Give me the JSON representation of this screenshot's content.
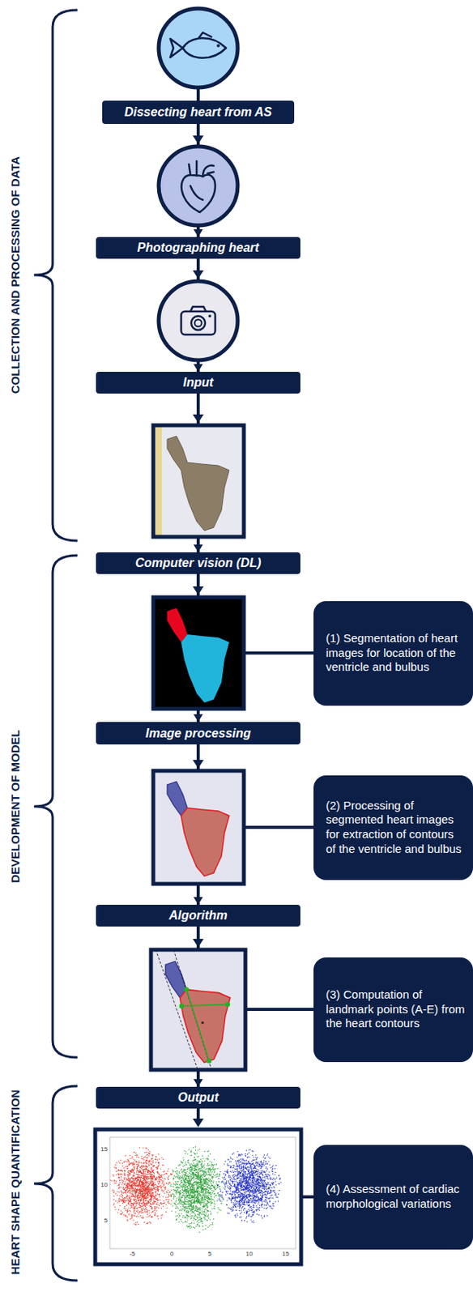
{
  "diagram": {
    "nodes": [
      {
        "text": [
          "Dissecting heart from AS"
        ]
      },
      {
        "text": [
          "Photographing heart"
        ]
      },
      {
        "text": [
          "Input"
        ]
      },
      {
        "text": [
          "Computer vision (DL)"
        ]
      },
      {
        "text": [
          "(1) Segmentation of heart images for location of the ventricle and bulbus"
        ]
      },
      {
        "text": [
          "Image processing"
        ]
      },
      {
        "text": [
          "(2) Processing of segmented heart images for extraction of contours of the ventricle and bulbus"
        ]
      },
      {
        "text": [
          "Algorithm"
        ]
      },
      {
        "text": [
          "(3) Computation of landmark points (A-E) from the heart contours"
        ]
      },
      {
        "text": [
          "Output"
        ]
      },
      {
        "text": [
          "(4) Assessment of cardiac morphological variations"
        ]
      }
    ],
    "edges": [
      {
        "from": 0,
        "to": 1,
        "arrow": "to"
      },
      {
        "from": 1,
        "to": 2,
        "arrow": "to"
      },
      {
        "from": 2,
        "to": 3,
        "arrow": "to"
      },
      {
        "from": 3,
        "to": 5,
        "arrow": "to"
      },
      {
        "from": 5,
        "to": 7,
        "arrow": "to"
      },
      {
        "from": 7,
        "to": 9,
        "arrow": "to"
      }
    ],
    "labels": [
      "COLLECTION AND PROCESSING OF DATA",
      "DEVELOPMENT OF MODEL",
      "HEART SHAPE QUANTIFICATION",
      "-5",
      "0",
      "5",
      "10",
      "15",
      "15",
      "10",
      "5"
    ]
  }
}
